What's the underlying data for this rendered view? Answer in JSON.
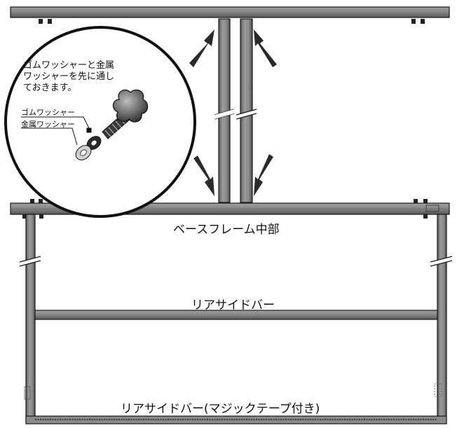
{
  "labels": {
    "base_frame_center": "ベースフレーム中部",
    "rear_side_bar": "リアサイドバー",
    "rear_side_bar_velcro": "リアサイドバー(マジックテープ付き)"
  },
  "callout": {
    "note_line1": "ゴムワッシャーと金属",
    "note_line2": "ワッシャーを先に通し",
    "note_line3": "ておきます。",
    "rubber_washer": "ゴムワッシャー",
    "metal_washer": "金属ワッシャー"
  },
  "colors": {
    "frame_fill": "#8a8a8a",
    "frame_dark": "#4a4a4a",
    "outline": "#1a1a1a",
    "arrow": "#2a2a2a"
  }
}
